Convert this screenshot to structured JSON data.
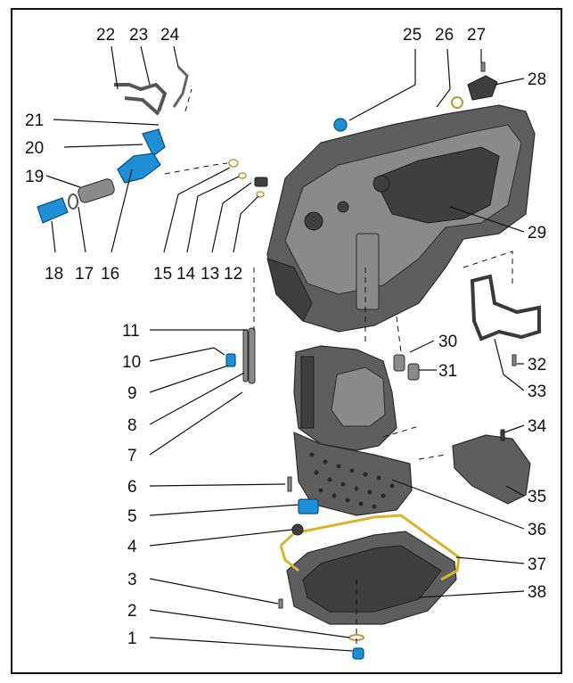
{
  "callouts": [
    {
      "id": 1,
      "label": "1"
    },
    {
      "id": 2,
      "label": "2"
    },
    {
      "id": 3,
      "label": "3"
    },
    {
      "id": 4,
      "label": "4"
    },
    {
      "id": 5,
      "label": "5"
    },
    {
      "id": 6,
      "label": "6"
    },
    {
      "id": 7,
      "label": "7"
    },
    {
      "id": 8,
      "label": "8"
    },
    {
      "id": 9,
      "label": "9"
    },
    {
      "id": 10,
      "label": "10"
    },
    {
      "id": 11,
      "label": "11"
    },
    {
      "id": 12,
      "label": "12"
    },
    {
      "id": 13,
      "label": "13"
    },
    {
      "id": 14,
      "label": "14"
    },
    {
      "id": 15,
      "label": "15"
    },
    {
      "id": 16,
      "label": "16"
    },
    {
      "id": 17,
      "label": "17"
    },
    {
      "id": 18,
      "label": "18"
    },
    {
      "id": 19,
      "label": "19"
    },
    {
      "id": 20,
      "label": "20"
    },
    {
      "id": 21,
      "label": "21"
    },
    {
      "id": 22,
      "label": "22"
    },
    {
      "id": 23,
      "label": "23"
    },
    {
      "id": 24,
      "label": "24"
    },
    {
      "id": 25,
      "label": "25"
    },
    {
      "id": 26,
      "label": "26"
    },
    {
      "id": 27,
      "label": "27"
    },
    {
      "id": 28,
      "label": "28"
    },
    {
      "id": 29,
      "label": "29"
    },
    {
      "id": 30,
      "label": "30"
    },
    {
      "id": 31,
      "label": "31"
    },
    {
      "id": 32,
      "label": "32"
    },
    {
      "id": 33,
      "label": "33"
    },
    {
      "id": 34,
      "label": "34"
    },
    {
      "id": 35,
      "label": "35"
    },
    {
      "id": 36,
      "label": "36"
    },
    {
      "id": 37,
      "label": "37"
    },
    {
      "id": 38,
      "label": "38"
    }
  ],
  "colors": {
    "highlight_blue": "#1e8fd6",
    "gasket_yellow": "#d9b52a",
    "metal_gray": "#5e5e5e"
  }
}
